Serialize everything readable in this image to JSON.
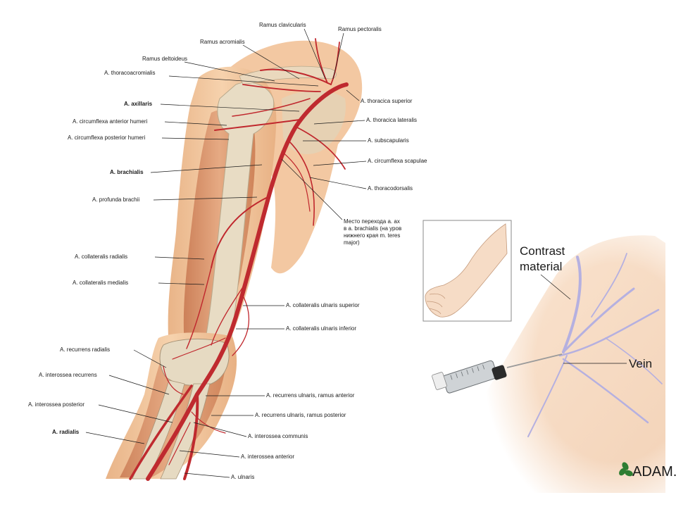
{
  "anatomy_labels": {
    "ramus_clavicularis": "Ramus clavicularis",
    "ramus_pectoralis": "Ramus pectoralis",
    "ramus_acromialis": "Ramus acromialis",
    "ramus_deltoideus": "Ramus deltoideus",
    "a_thoracoacromialis": "A. thoracoacromialis",
    "a_thoracica_superior": "A. thoracica superior",
    "a_axillaris": "A. axillaris",
    "a_thoracica_lateralis": "A. thoracica lateralis",
    "a_circumflexa_anterior_humeri": "A. circumflexa anterior humeri",
    "a_circumflexa_posterior_humeri": "A. circumflexa posterior humeri",
    "a_subscapularis": "A. subscapularis",
    "a_circumflexa_scapulae": "A. circumflexa scapulae",
    "a_brachialis": "A. brachialis",
    "a_thoracodorsalis": "A. thoracodorsalis",
    "a_profunda_brachii": "A. profunda brachii",
    "transition_note": [
      "Место перехода а. ах",
      "в а. brachialis (на уров",
      "нижнего края m. teres",
      "major)"
    ],
    "a_collateralis_radialis": "A. collateralis radialis",
    "a_collateralis_medialis": "A. collateralis medialis",
    "a_collateralis_ulnaris_superior": "A. collateralis ulnaris superior",
    "a_collateralis_ulnaris_inferior": "A. collateralis ulnaris inferior",
    "a_recurrens_radialis": "A. recurrens radialis",
    "a_interossea_recurrens": "A. interossea recurrens",
    "a_recurrens_ulnaris_ramus_anterior": "A. recurrens ulnaris, ramus anterior",
    "a_interossea_posterior": "A. interossea posterior",
    "a_recurrens_ulnaris_ramus_posterior": "A. recurrens ulnaris, ramus posterior",
    "a_radialis": "A. radialis",
    "a_interossea_communis": "A. interossea communis",
    "a_interossea_anterior": "A. interossea anterior",
    "a_ulnaris": "A. ulnaris"
  },
  "venipuncture_labels": {
    "contrast": "Contrast",
    "material": "material",
    "vein": "Vein"
  },
  "brand": {
    "logo_text": "ADAM.",
    "logo_color": "#2e7d32"
  },
  "colors": {
    "skin": "#f1c49a",
    "muscle": "#d9906a",
    "artery": "#c0272d",
    "bone": "#e6dcc8",
    "vein": "#b7b2e3"
  }
}
